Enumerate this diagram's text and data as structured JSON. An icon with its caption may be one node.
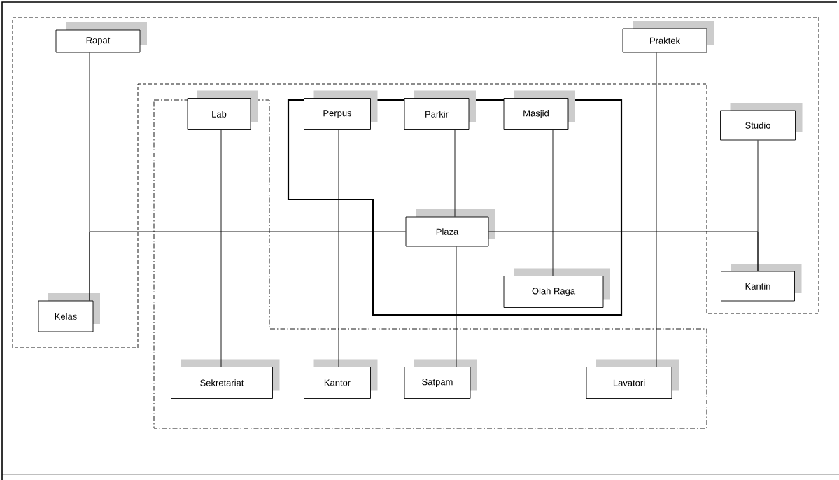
{
  "diagram": {
    "nodes": [
      {
        "text": [
          "Rapat"
        ]
      },
      {
        "text": [
          "Praktek"
        ]
      },
      {
        "text": [
          "Lab"
        ]
      },
      {
        "text": [
          "Perpus"
        ]
      },
      {
        "text": [
          "Parkir"
        ]
      },
      {
        "text": [
          "Masjid"
        ]
      },
      {
        "text": [
          "Studio"
        ]
      },
      {
        "text": [
          "Plaza"
        ]
      },
      {
        "text": [
          "Olah Raga"
        ]
      },
      {
        "text": [
          "Kantin"
        ]
      },
      {
        "text": [
          "Kelas"
        ]
      },
      {
        "text": [
          "Sekretariat"
        ]
      },
      {
        "text": [
          "Kantor"
        ]
      },
      {
        "text": [
          "Satpam"
        ]
      },
      {
        "text": [
          "Lavatori"
        ]
      }
    ],
    "edges": [
      {
        "from": 0,
        "to": 10,
        "arrow": "none"
      },
      {
        "from": 7,
        "to": 10,
        "arrow": "none"
      },
      {
        "from": 7,
        "to": 9,
        "arrow": "none"
      },
      {
        "from": 6,
        "to": 9,
        "arrow": "none"
      },
      {
        "from": 2,
        "to": 11,
        "arrow": "none"
      },
      {
        "from": 3,
        "to": 12,
        "arrow": "none"
      },
      {
        "from": 4,
        "to": 7,
        "arrow": "none"
      },
      {
        "from": 7,
        "to": 13,
        "arrow": "none"
      },
      {
        "from": 5,
        "to": 8,
        "arrow": "none"
      },
      {
        "from": 1,
        "to": 14,
        "arrow": "none"
      }
    ]
  }
}
